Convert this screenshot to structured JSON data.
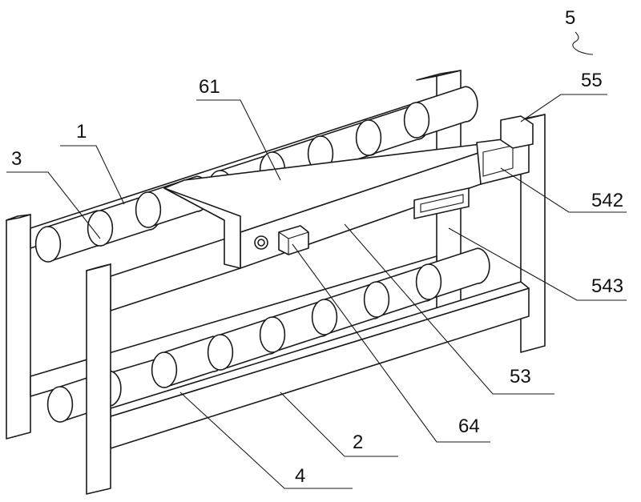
{
  "figure": {
    "labels": {
      "l5": "5",
      "l55": "55",
      "l61": "61",
      "l1": "1",
      "l3": "3",
      "l542": "542",
      "l543": "543",
      "l53": "53",
      "l64": "64",
      "l2": "2",
      "l4": "4"
    },
    "colors": {
      "line": "#1a1a1a",
      "background": "#ffffff"
    }
  }
}
